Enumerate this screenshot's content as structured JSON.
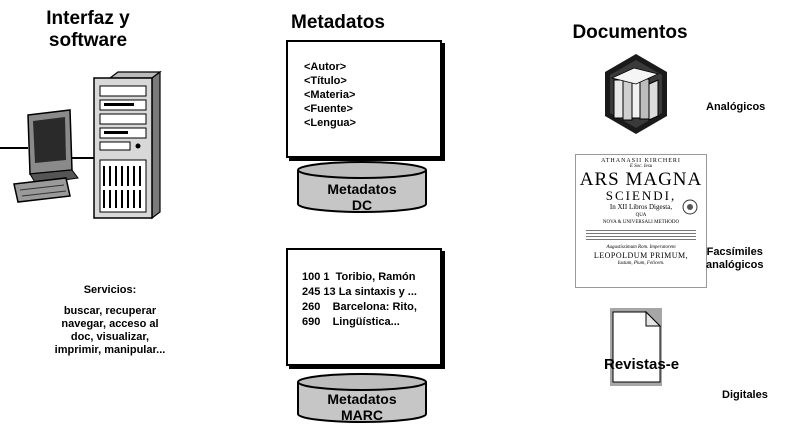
{
  "interface": {
    "title_line1": "Interfaz y",
    "title_line2": "software",
    "services_title": "Servicios:",
    "services_lines": [
      "buscar, recuperar",
      "navegar, acceso al",
      "doc, visualizar,",
      "imprimir, manipular..."
    ]
  },
  "metadata": {
    "title": "Metadatos",
    "dc_fields": [
      "<Autor>",
      "<Título>",
      "<Materia>",
      "<Fuente>",
      "<Lengua>"
    ],
    "dc_cylinder_line1": "Metadatos",
    "dc_cylinder_line2": "DC",
    "marc_lines": [
      "100 1  Toribio, Ramón",
      "245 13 La sintaxis y ...",
      "260    Barcelona: Rito,",
      "690    Lingüística..."
    ],
    "marc_cylinder_line1": "Metadatos",
    "marc_cylinder_line2": "MARC"
  },
  "documents": {
    "title": "Documentos",
    "analog_label": "Analógicos",
    "facsimile_label_line1": "Facsímiles",
    "facsimile_label_line2": "analógicos",
    "ejournal_label": "Revistas-e",
    "digital_label": "Digitales",
    "facsimile_page": {
      "author": "ATHANASII KIRCHERI",
      "order": "E Soc. Iesu",
      "title_line1": "ARS MAGNA",
      "title_line2": "SCIENDI,",
      "subtitle": "In XII Libros Digesta,",
      "qua": "QUA",
      "method": "NOVA & UNIVERSALI METHODO",
      "dedication": "Augustissimum Rom. Imperatorem",
      "emperor": "LEOPOLDUM PRIMUM,",
      "footer": "Iustum, Pium, Felicem."
    }
  }
}
